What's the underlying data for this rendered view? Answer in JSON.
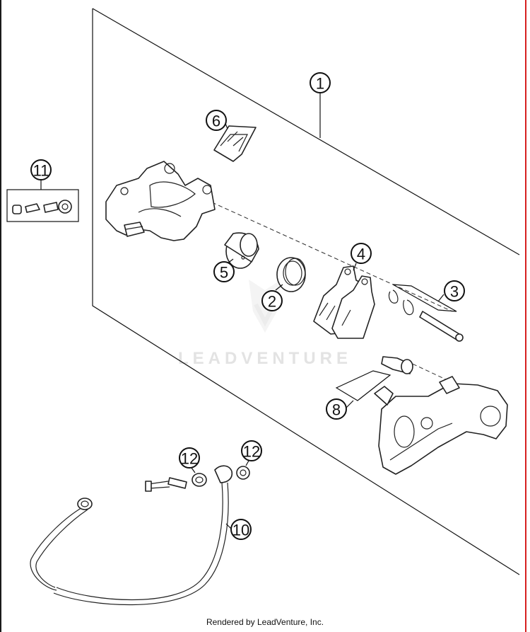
{
  "callouts": {
    "c1": "1",
    "c2": "2",
    "c3": "3",
    "c4": "4",
    "c5": "5",
    "c6": "6",
    "c8": "8",
    "c10": "10",
    "c11": "11",
    "c12a": "12",
    "c12b": "12"
  },
  "watermark": "LEADVENTURE",
  "footer": "Rendered by LeadVenture, Inc.",
  "colors": {
    "line": "#222222",
    "watermark": "#e6e6e6",
    "right_border": "#d62020"
  }
}
